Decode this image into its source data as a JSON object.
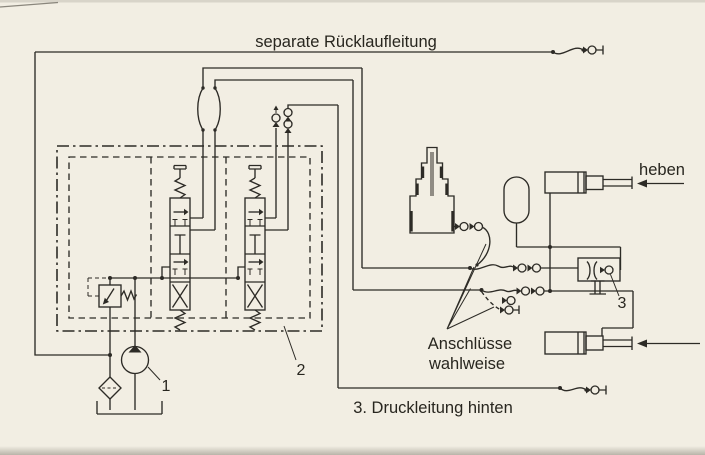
{
  "diagram": {
    "type": "hydraulic-schematic",
    "labels": {
      "return_line": "separate Rücklaufleitung",
      "lift": "heben",
      "connections_line1": "Anschlüsse",
      "connections_line2": "wahlweise",
      "third_pressure_line": "3. Druckleitung hinten"
    },
    "callouts": {
      "pump": "1",
      "control_block": "2",
      "lowering_valve": "3"
    },
    "colors": {
      "paper": "#f2eee3",
      "ink": "#2d2b26"
    },
    "icons": [
      "hydraulic-pump-icon",
      "suction-filter-icon",
      "tank-icon",
      "pressure-relief-valve-icon",
      "directional-control-valve-icon",
      "directional-control-valve-icon",
      "control-block-enclosure",
      "hose-break-icon",
      "quick-coupling-icon",
      "telescopic-cylinder-icon",
      "accumulator-icon",
      "throttle-valve-icon",
      "lift-cylinder-icon",
      "rear-cylinder-icon"
    ]
  }
}
